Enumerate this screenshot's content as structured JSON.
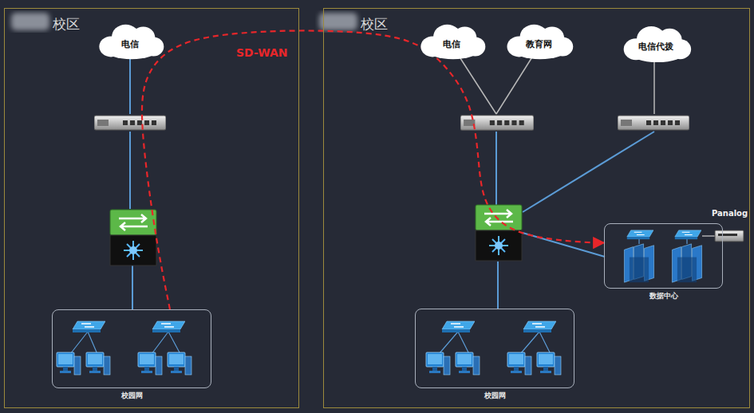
{
  "diagram": {
    "nodes": [
      {
        "text": [
          "校区"
        ]
      },
      {
        "text": [
          "电信"
        ],
        "in": 0
      },
      {
        "text": [
          "校园网"
        ],
        "in": 0
      },
      {
        "text": [
          "校区"
        ]
      },
      {
        "text": [
          "电信"
        ],
        "in": 3
      },
      {
        "text": [
          "教育网"
        ],
        "in": 3
      },
      {
        "text": [
          "电信代拨"
        ],
        "in": 3
      },
      {
        "text": [
          "数据中心"
        ],
        "in": 3
      },
      {
        "text": [
          "校园网"
        ],
        "in": 3
      }
    ],
    "edges": [
      {
        "from": 2,
        "to": 7,
        "arrow": "to",
        "label": "SD-WAN"
      }
    ],
    "labels": [
      "Panalog"
    ]
  }
}
